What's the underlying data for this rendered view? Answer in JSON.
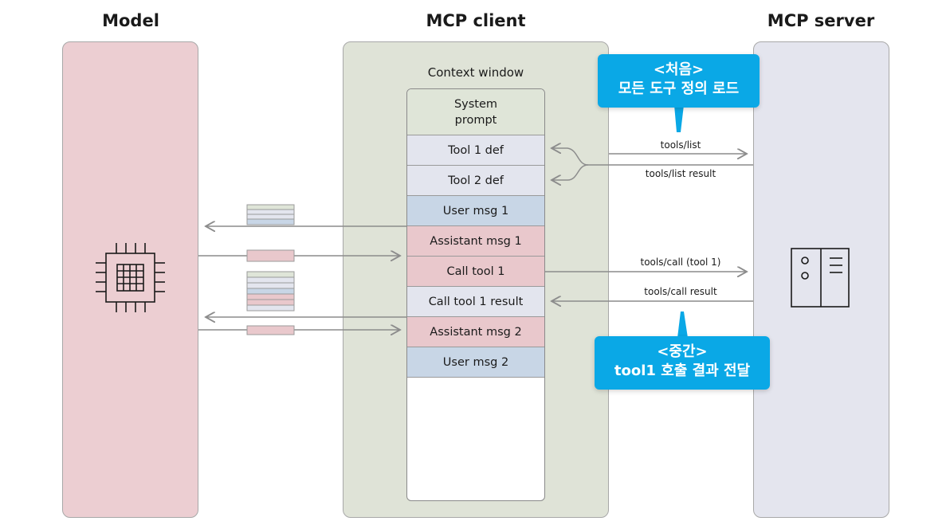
{
  "columns": {
    "model": "Model",
    "client": "MCP client",
    "server": "MCP server"
  },
  "context_window": {
    "title": "Context window",
    "slots": [
      {
        "label": "System\nprompt",
        "color": "#dfe5d8"
      },
      {
        "label": "Tool 1 def",
        "color": "#e3e5ee"
      },
      {
        "label": "Tool 2 def",
        "color": "#e3e5ee"
      },
      {
        "label": "User msg 1",
        "color": "#c8d6e6"
      },
      {
        "label": "Assistant msg 1",
        "color": "#e9c8cc"
      },
      {
        "label": "Call tool 1",
        "color": "#e9c8cc"
      },
      {
        "label": "Call tool 1 result",
        "color": "#e3e5ee"
      },
      {
        "label": "Assistant msg 2",
        "color": "#e9c8cc"
      },
      {
        "label": "User msg 2",
        "color": "#c8d6e6"
      }
    ]
  },
  "messages": {
    "tools_list": "tools/list",
    "tools_list_result": "tools/list result",
    "tools_call": "tools/call (tool 1)",
    "tools_call_result": "tools/call result"
  },
  "callouts": {
    "top_line1": "<처음>",
    "top_line2": "모든 도구 정의 로드",
    "bottom_line1": "<중간>",
    "bottom_line2": "tool1 호출 결과 전달"
  },
  "icons": {
    "model": "chip-icon",
    "server": "server-icon"
  },
  "colors": {
    "model_panel": "#ecced2",
    "client_panel": "#dfe3d7",
    "server_panel": "#e4e5ee",
    "callout": "#0aa8e6",
    "arrow": "#8c8c8c"
  }
}
